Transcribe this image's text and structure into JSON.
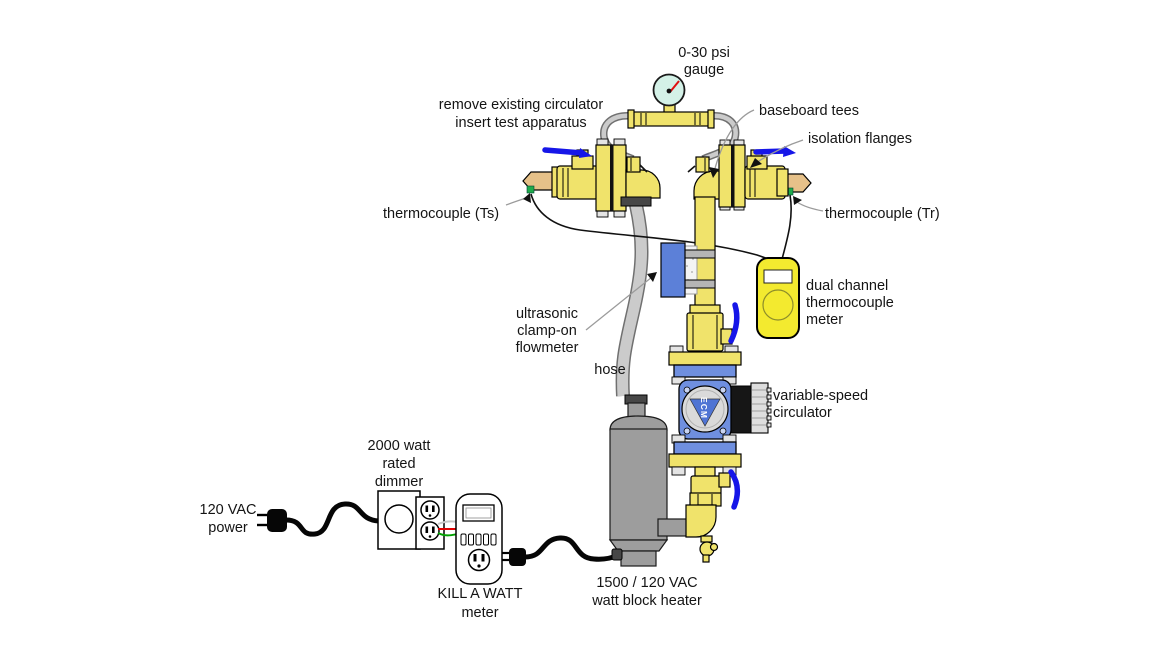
{
  "labels": {
    "gauge": [
      "0-30 psi",
      "gauge"
    ],
    "remove_circulator": [
      "remove existing circulator",
      "insert test apparatus"
    ],
    "baseboard_tees": "baseboard tees",
    "isolation_flanges": "isolation flanges",
    "thermocouple_supply": "thermocouple (Ts)",
    "thermocouple_return": "thermocouple (Tr)",
    "thermocouple_meter": [
      "dual channel",
      "thermocouple",
      "meter"
    ],
    "flowmeter": [
      "ultrasonic",
      "clamp-on",
      "flowmeter"
    ],
    "hose": "hose",
    "circulator": [
      "variable-speed",
      "circulator"
    ],
    "dimmer": [
      "2000 watt",
      "rated",
      "dimmer"
    ],
    "power": [
      "120 VAC",
      "power"
    ],
    "kill_a_watt": [
      "KILL A WATT",
      "meter"
    ],
    "block_heater": [
      "1500 / 120 VAC",
      "watt block heater"
    ],
    "circulator_badge": "ECM"
  },
  "colors": {
    "brass": "#f0e36b",
    "copper": "#e6c189",
    "handle_blue": "#1616e8",
    "pump_blue": "#6f8fdf",
    "flow_blue": "#5c80d8",
    "meter_yellow": "#f3ea2f",
    "gauge_face": "#d4f1e7",
    "needle_red": "#e01010",
    "thermo_green": "#1faa4b",
    "hose_gray": "#cbcbcb",
    "heater_gray": "#9d9d9d",
    "wire_red": "#e00000",
    "wire_green": "#00a000"
  }
}
